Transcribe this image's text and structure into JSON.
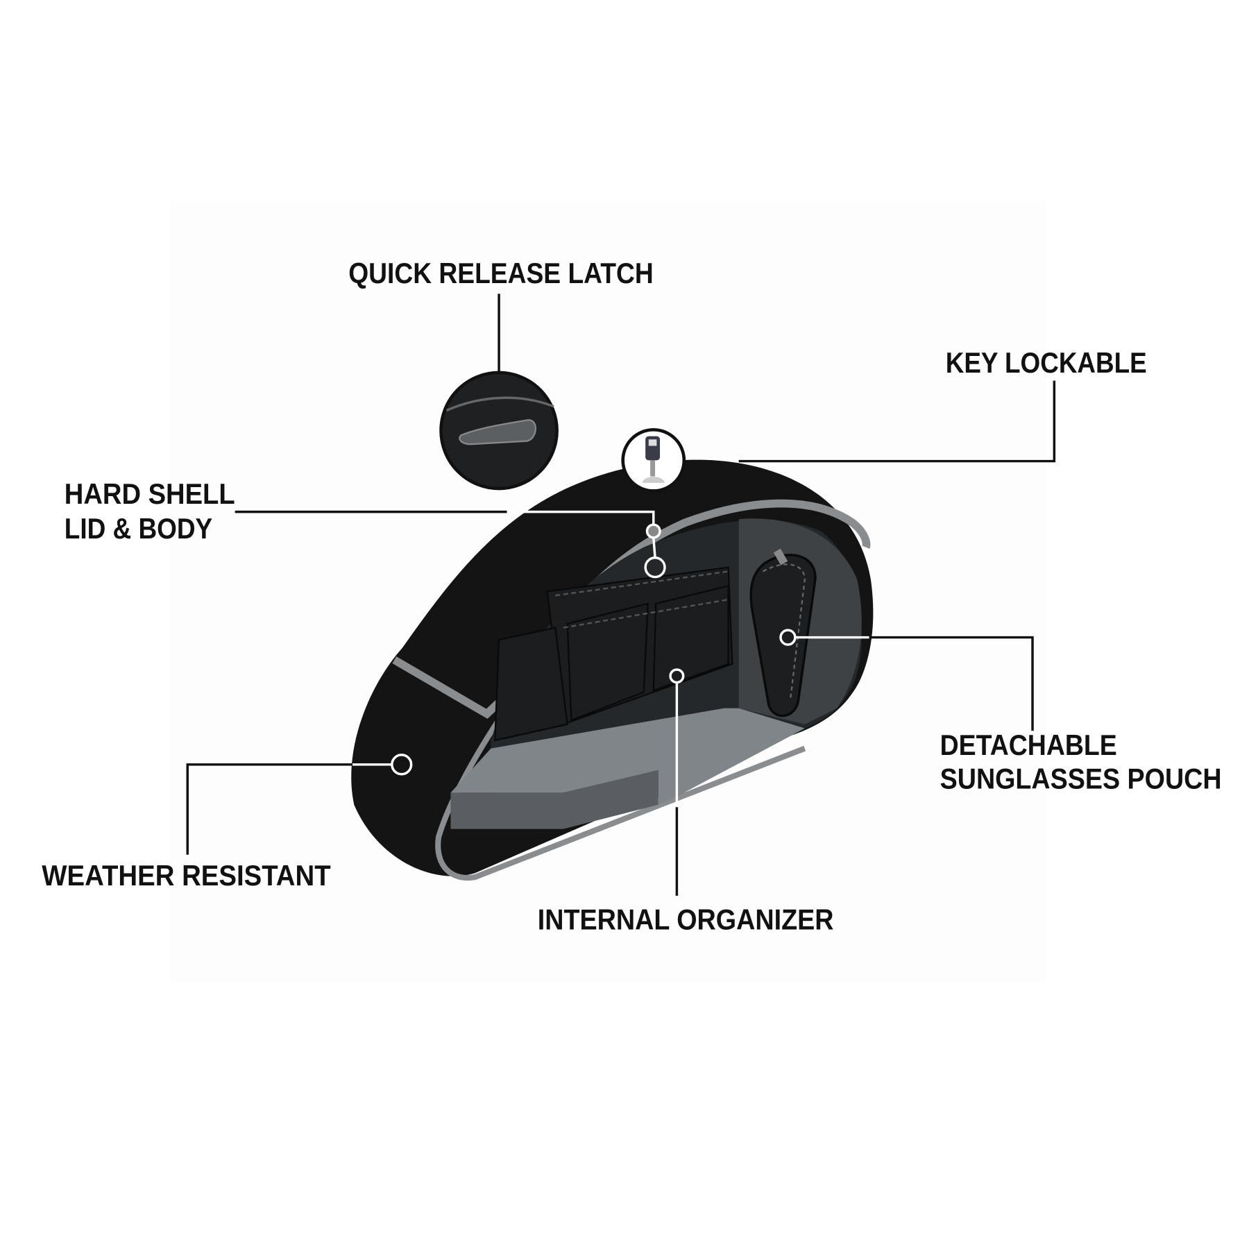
{
  "labels": {
    "quick_release_latch": "QUICK RELEASE LATCH",
    "key_lockable": "KEY LOCKABLE",
    "hard_shell_line1": "HARD SHELL",
    "hard_shell_line2": "LID & BODY",
    "detachable_line1": "DETACHABLE",
    "detachable_line2": "SUNGLASSES POUCH",
    "weather_resistant": "WEATHER RESISTANT",
    "internal_organizer": "INTERNAL ORGANIZER"
  },
  "colors": {
    "body": "#141414",
    "trim": "#8a8d90",
    "interior": "#25282a",
    "floor": "#7d8184"
  }
}
